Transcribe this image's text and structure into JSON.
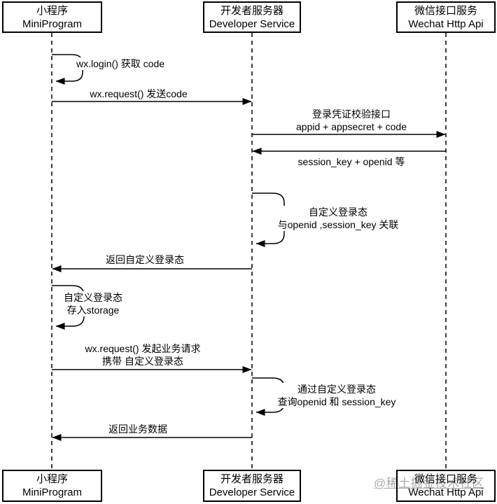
{
  "actors": {
    "mini": {
      "zh": "小程序",
      "en": "MiniProgram"
    },
    "dev": {
      "zh": "开发者服务器",
      "en": "Developer Service"
    },
    "wechat": {
      "zh": "微信接口服务",
      "en": "Wechat Http Api"
    }
  },
  "messages": {
    "m1": {
      "l1": "wx.login() 获取 code"
    },
    "m2": {
      "l1": "wx.request() 发送code"
    },
    "m3": {
      "l1": "登录凭证校验接口",
      "l2": "appid + appsecret + code"
    },
    "m4": {
      "l1": "session_key + openid 等"
    },
    "m5": {
      "l1": "自定义登录态",
      "l2": "与openid ,session_key 关联"
    },
    "m6": {
      "l1": "返回自定义登录态"
    },
    "m7": {
      "l1": "自定义登录态",
      "l2": "存入storage"
    },
    "m8": {
      "l1": "wx.request() 发起业务请求",
      "l2": "携带 自定义登录态"
    },
    "m9": {
      "l1": "通过自定义登录态",
      "l2": "查询openid 和 session_key"
    },
    "m10": {
      "l1": "返回业务数据"
    }
  },
  "watermark": "@稀土掘金技术社区",
  "colors": {
    "line": "#000000",
    "background": "#ffffff",
    "watermark": "#aaaaaa"
  }
}
